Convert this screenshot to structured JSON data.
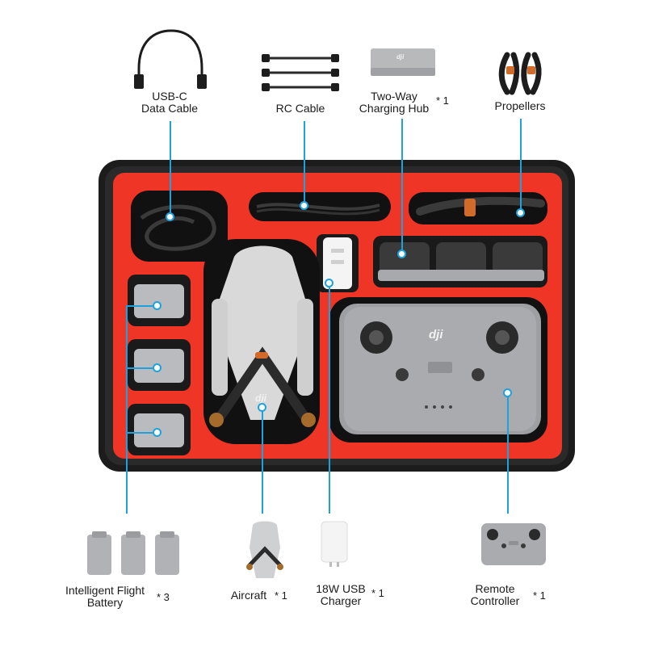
{
  "labels": {
    "usb_cable": [
      "USB-C",
      "Data Cable"
    ],
    "rc_cable": "RC Cable",
    "hub": [
      "Two-Way",
      "Charging Hub"
    ],
    "hub_qty": "* 1",
    "propellers": "Propellers",
    "battery": [
      "Intelligent Flight",
      "Battery"
    ],
    "battery_qty": "* 3",
    "aircraft": "Aircraft",
    "aircraft_qty": "* 1",
    "charger": [
      "18W USB",
      "Charger"
    ],
    "charger_qty": "* 1",
    "remote": [
      "Remote",
      "Controller"
    ],
    "remote_qty": "* 1"
  },
  "brand_mark": "dji",
  "colors": {
    "case_shell": "#1c1c1c",
    "foam": "#ee3526",
    "callout": "#1ea2dd",
    "device_gray": "#a7a9ac"
  }
}
